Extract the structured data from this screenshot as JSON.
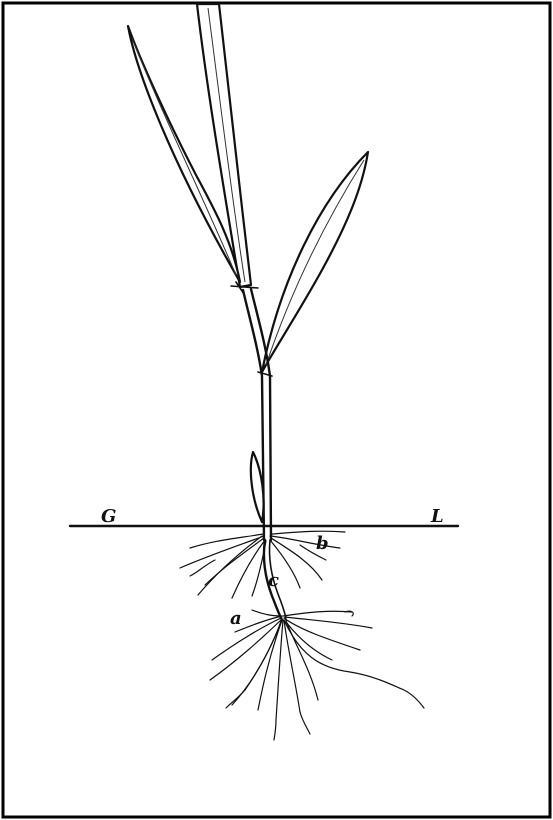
{
  "labels": {
    "left_ground": "G",
    "right_ground": "L",
    "crown_roots": "b",
    "stem_segment": "c",
    "seminal_roots": "a"
  }
}
